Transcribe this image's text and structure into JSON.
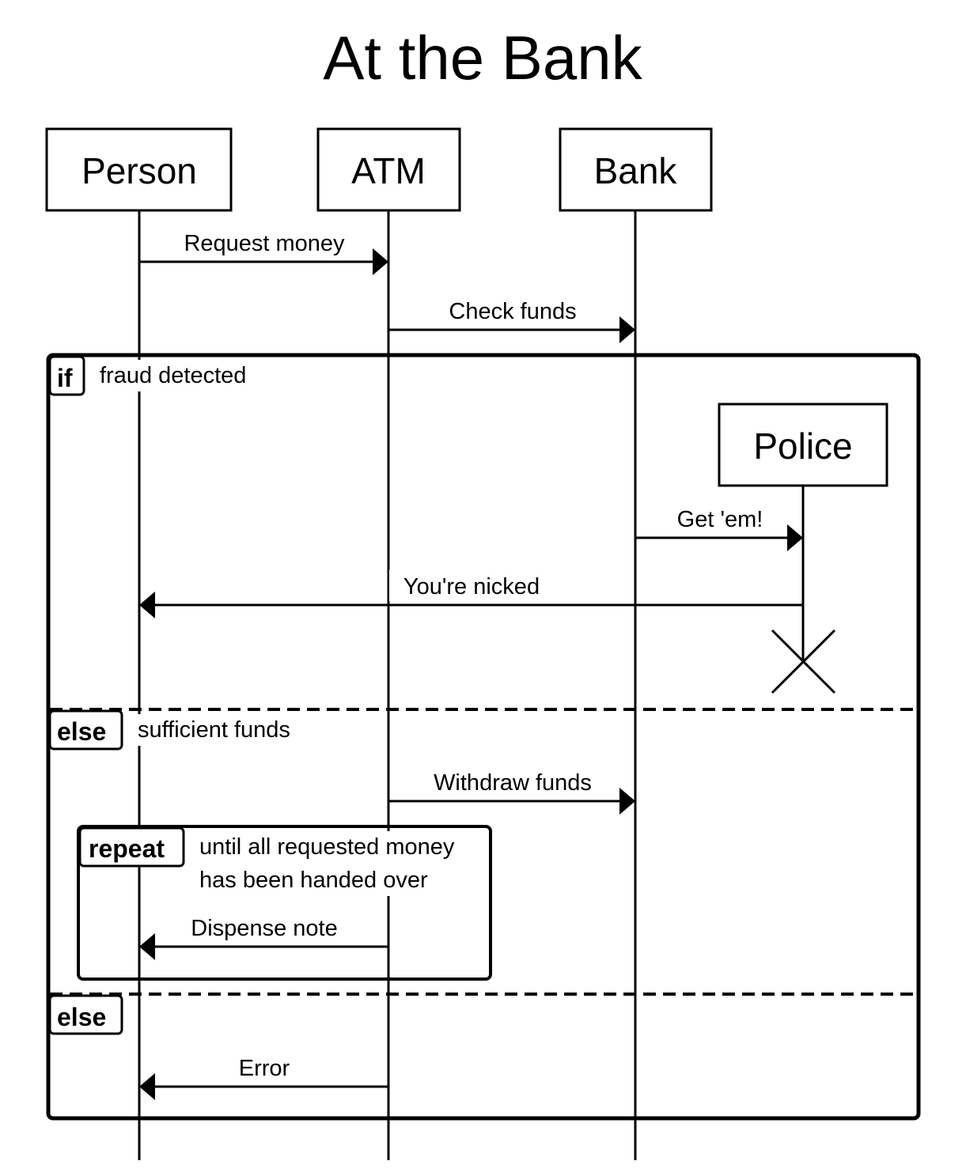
{
  "title": "At the Bank",
  "actors": {
    "person": "Person",
    "atm": "ATM",
    "bank": "Bank",
    "police": "Police"
  },
  "messages": {
    "request_money": "Request money",
    "check_funds": "Check funds",
    "get_em": "Get 'em!",
    "youre_nicked": "You're nicked",
    "withdraw_funds": "Withdraw funds",
    "dispense_note": "Dispense note",
    "error": "Error"
  },
  "frames": {
    "if_tag": "if",
    "if_condition": "fraud detected",
    "else1_tag": "else",
    "else1_condition": "sufficient funds",
    "repeat_tag": "repeat",
    "repeat_condition_line1": "until all requested money",
    "repeat_condition_line2": "has been handed over",
    "else2_tag": "else"
  }
}
